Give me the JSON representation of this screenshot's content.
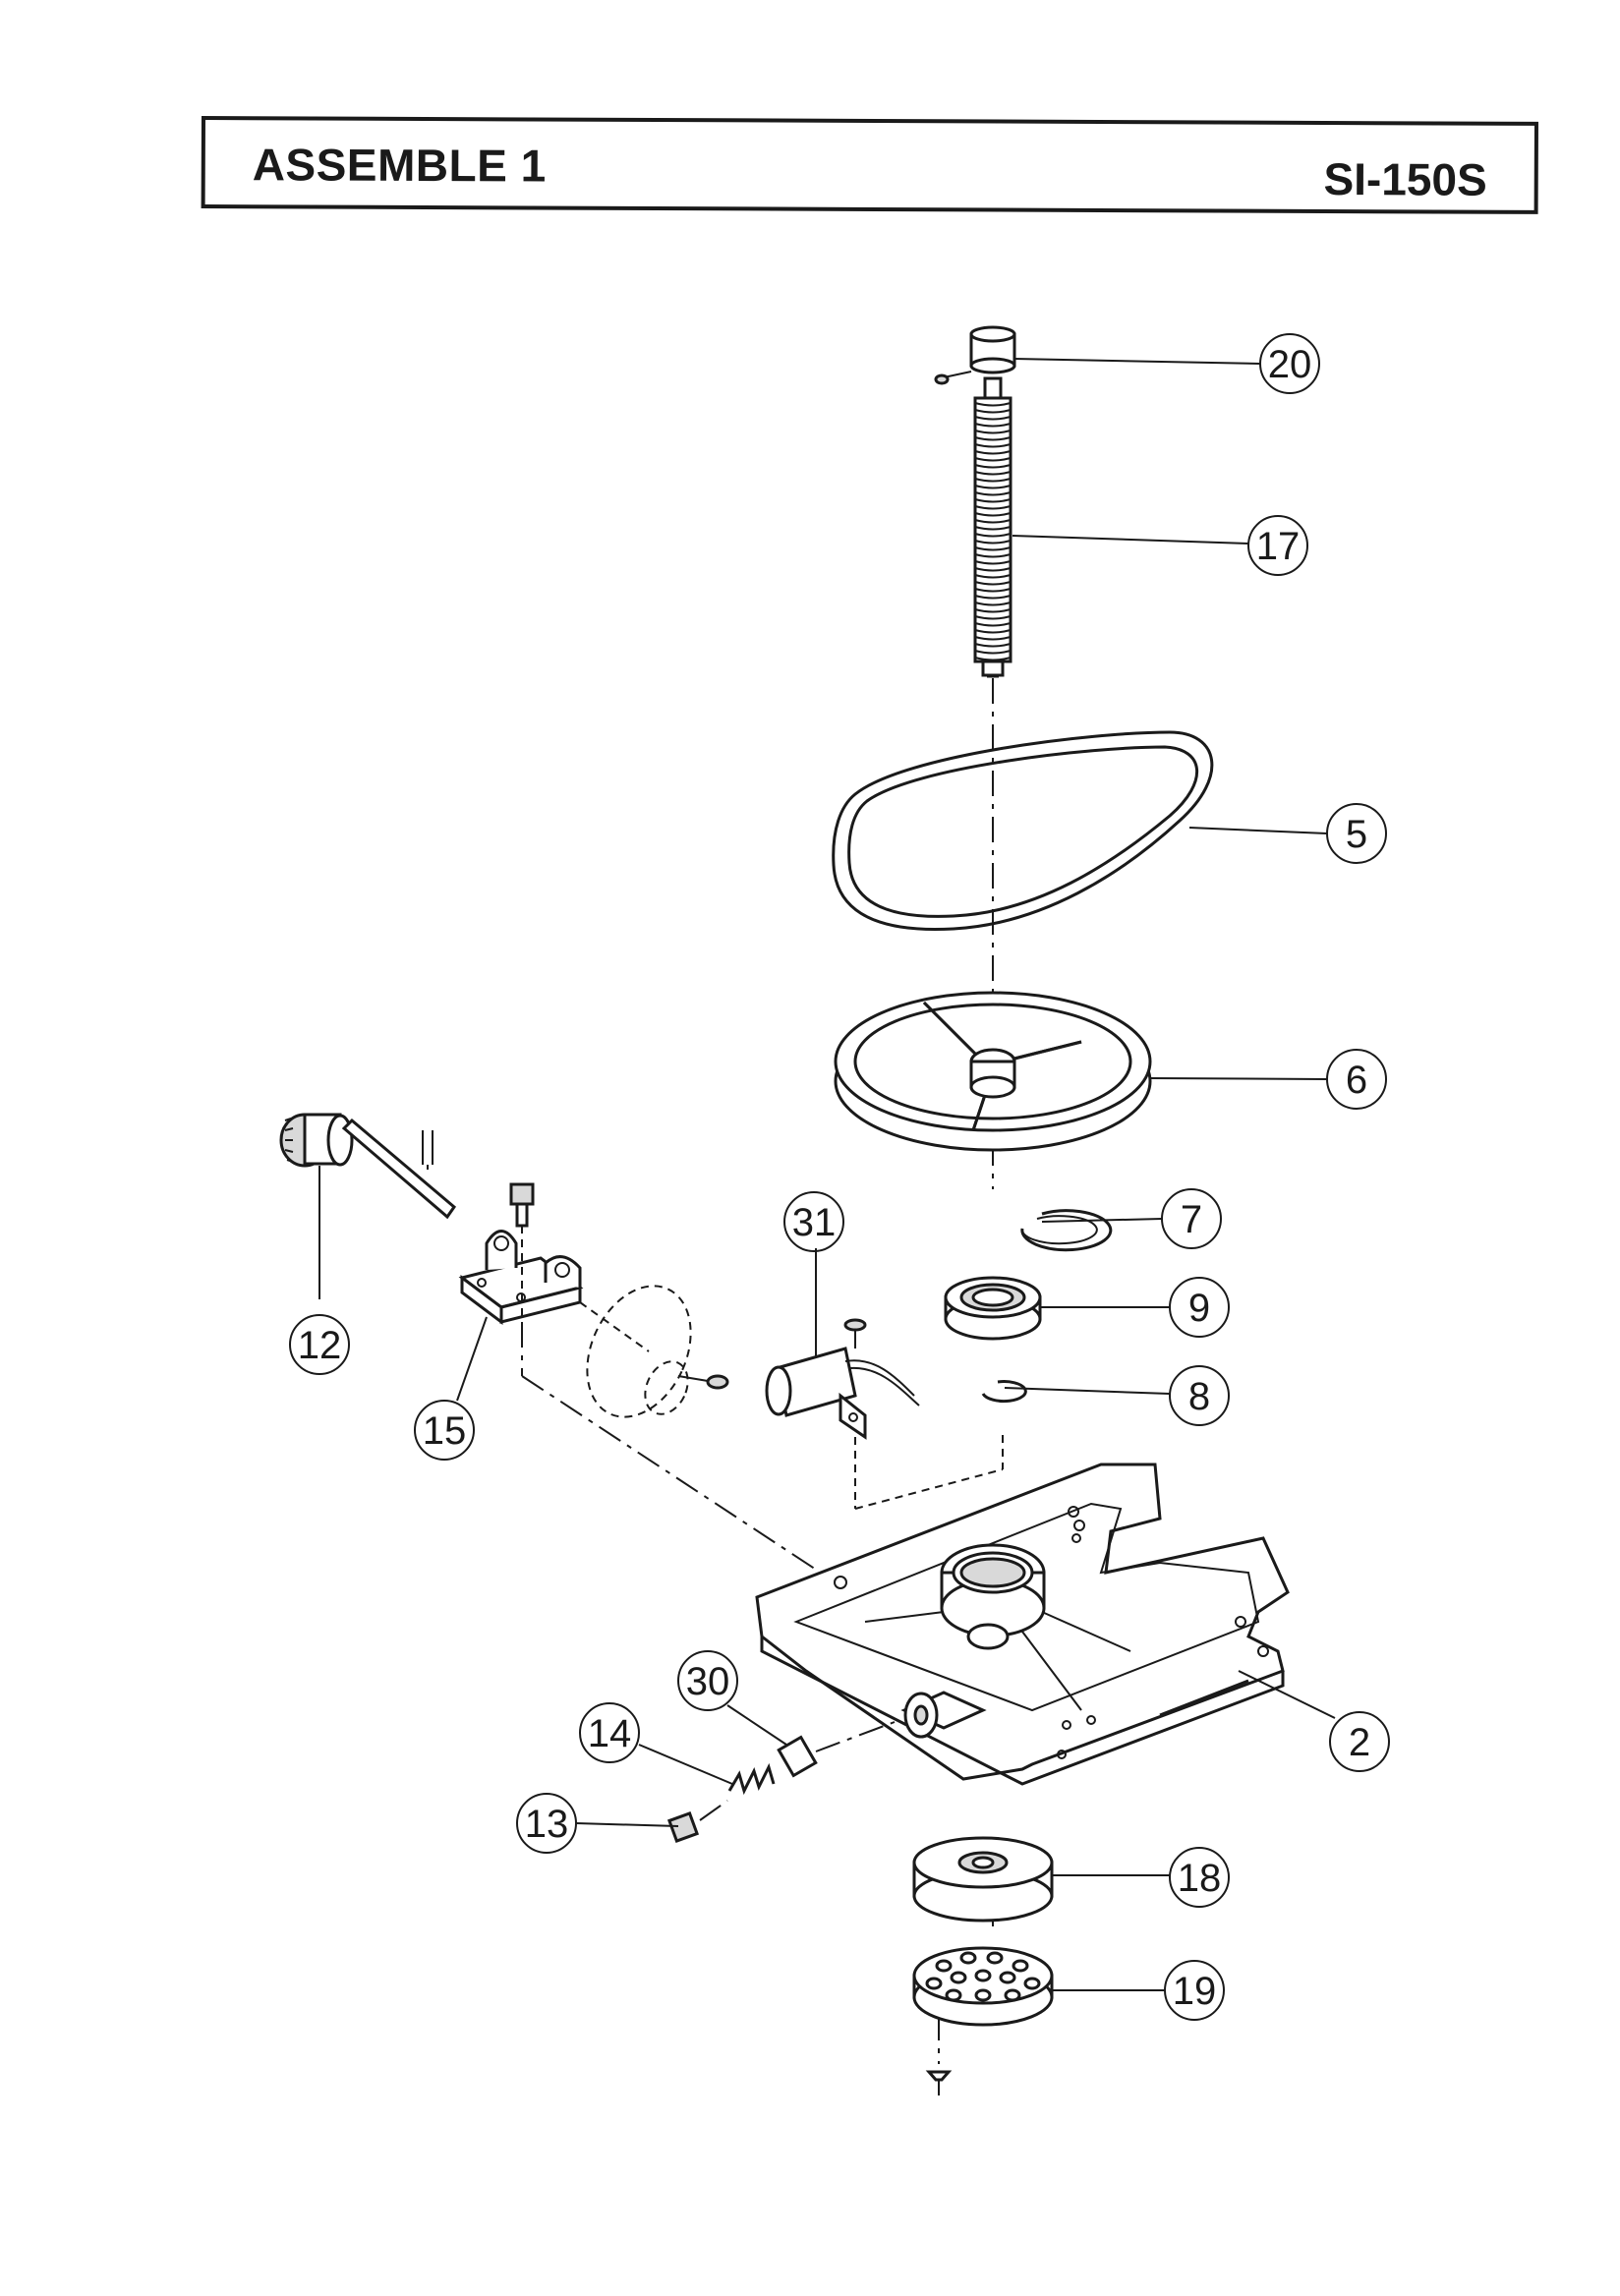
{
  "header": {
    "title": "ASSEMBLE 1",
    "model": "SI-150S"
  },
  "callouts": [
    {
      "id": "20",
      "label": "20"
    },
    {
      "id": "17",
      "label": "17"
    },
    {
      "id": "5",
      "label": "5"
    },
    {
      "id": "6",
      "label": "6"
    },
    {
      "id": "7",
      "label": "7"
    },
    {
      "id": "31",
      "label": "31"
    },
    {
      "id": "9",
      "label": "9"
    },
    {
      "id": "12",
      "label": "12"
    },
    {
      "id": "8",
      "label": "8"
    },
    {
      "id": "15",
      "label": "15"
    },
    {
      "id": "30",
      "label": "30"
    },
    {
      "id": "14",
      "label": "14"
    },
    {
      "id": "2",
      "label": "2"
    },
    {
      "id": "13",
      "label": "13"
    },
    {
      "id": "18",
      "label": "18"
    },
    {
      "id": "19",
      "label": "19"
    }
  ]
}
